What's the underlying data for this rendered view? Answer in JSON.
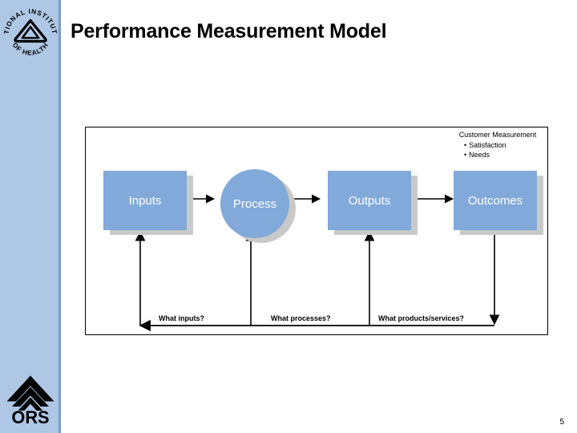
{
  "slide": {
    "title": "Performance Measurement Model",
    "page_number": "5"
  },
  "branding": {
    "nih_seal": {
      "icon": "nih-seal-icon",
      "text_top": "NATIONAL  INSTITUTES",
      "text_bottom": "OF  HEALTH"
    },
    "ors_logo": {
      "icon": "ors-logo-icon",
      "label": "ORS"
    }
  },
  "diagram": {
    "callout": {
      "title": "Customer Measurement",
      "bullets": [
        "Satisfaction",
        "Needs"
      ]
    },
    "nodes": [
      {
        "id": "inputs",
        "label": "Inputs",
        "shape": "box"
      },
      {
        "id": "process",
        "label": "Process",
        "shape": "circle"
      },
      {
        "id": "outputs",
        "label": "Outputs",
        "shape": "box"
      },
      {
        "id": "outcomes",
        "label": "Outcomes",
        "shape": "box"
      }
    ],
    "questions": [
      {
        "id": "q-inputs",
        "label": "What inputs?"
      },
      {
        "id": "q-processes",
        "label": "What processes?"
      },
      {
        "id": "q-products",
        "label": "What products/services?"
      }
    ],
    "colors": {
      "node_fill": "#81a9d9",
      "node_shadow": "#c9c9c9",
      "node_text": "#ffffff",
      "arrow": "#000000",
      "frame_border": "#000000",
      "sidebar": "#aec7e4",
      "sidebar_edge": "#7e9cc0"
    }
  }
}
